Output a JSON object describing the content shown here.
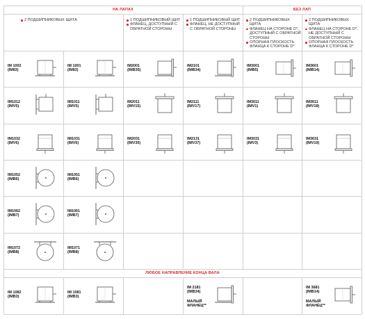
{
  "sections": {
    "with_feet": "НА ЛАПАХ",
    "without_feet": "БЕЗ ЛАП",
    "any_direction": "ЛЮБОЕ НАПРАВЛЕНИЕ КОНЦА ВАЛА"
  },
  "column_notes": [
    [
      "2 ПОДШИПНИКОВЫХ ЩИТА"
    ],
    [
      "1 ПОДШИПНИКОВЫЙ ЩИТ",
      "ФЛАНЕЦ, ДОСТУПНЫЙ С ОБРАТНОЙ СТОРОНЫ"
    ],
    [
      "1 ПОДШИПНИКОВЫЙ ЩИТ",
      "ФЛАНЕЦ, НЕ ДОСТУПНЫЙ С ОБРАТНОЙ СТОРОНЫ"
    ],
    [
      "2 ПОДШИПНИКОВЫХ ЩИТА",
      "ФЛАНЕЦ НА СТОРОНЕ D*, ДОСТУПНЫЙ С ОБРАТНОЙ СТОРОНЫ",
      "ОПОРНАЯ ПЛОСКОСТЬ ФЛАНЦА К СТОРОНЕ D*"
    ],
    [
      "2 ПОДШИПНИКОВЫХ ЩИТА",
      "ФЛАНЕЦ НА СТОРОНЕ D*, НЕ ДОСТУПНЫЙ С ОБРАТНОЙ СТОРОНЫ",
      "ОПОРНАЯ ПЛОСКОСТЬ ФЛАНЦА К СТОРОНЕ D*"
    ]
  ],
  "cells": [
    {
      "code": "IM 1002",
      "alt": "(IM83)",
      "icon": "feet-motor-icon"
    },
    {
      "code": "IM 1001",
      "alt": "(IM83)",
      "icon": "feet-motor-icon"
    },
    {
      "code": "IM2001",
      "alt": "(IMB35)",
      "icon": "flange-feet-motor-icon"
    },
    {
      "code": "IM2101",
      "alt": "(IMB34)",
      "icon": "flange-feet-motor-icon"
    },
    {
      "code": "IM3001",
      "alt": "(IMB5)",
      "icon": "flange-motor-icon"
    },
    {
      "code": "IM3601",
      "alt": "(IMB14)",
      "icon": "flange-motor-icon"
    },
    {
      "code": "IM1012",
      "alt": "(IMV5)",
      "icon": "wall-motor-icon"
    },
    {
      "code": "IM1011",
      "alt": "(IMV5)",
      "icon": "wall-motor-icon"
    },
    {
      "code": "IM2011",
      "alt": "(IMV15)",
      "icon": "vertical-flange-motor-icon"
    },
    {
      "code": "IM2111",
      "alt": "(IMV17)",
      "icon": "vertical-flange-motor-icon"
    },
    {
      "code": "IM3011",
      "alt": "(IMV1)",
      "icon": "vertical-flange-motor-icon"
    },
    {
      "code": "IM3611",
      "alt": "(IMV18)",
      "icon": "vertical-flange-motor-icon"
    },
    {
      "code": "IM1032",
      "alt": "(IMV6)",
      "icon": "vertical-motor-icon"
    },
    {
      "code": "IM1031",
      "alt": "(IMV6)",
      "icon": "vertical-motor-icon"
    },
    {
      "code": "IM2031",
      "alt": "(IMV35)",
      "icon": "vertical-motor-icon"
    },
    {
      "code": "IM2131",
      "alt": "(IMV37)",
      "icon": "vertical-motor-icon"
    },
    {
      "code": "IM3031",
      "alt": "(IMV3)",
      "icon": "vertical-motor-icon"
    },
    {
      "code": "IM3631",
      "alt": "(IMV19)",
      "icon": "vertical-motor-icon"
    },
    {
      "code": "IM1052",
      "alt": "(IMB6)",
      "icon": "wall-end-motor-icon"
    },
    {
      "code": "IM1051",
      "alt": "(IMB6)",
      "icon": "wall-end-motor-icon"
    },
    {
      "code": "IM1062",
      "alt": "(IMB7)",
      "icon": "wall-end-motor-icon"
    },
    {
      "code": "IM1061",
      "alt": "(IMB7)",
      "icon": "wall-end-motor-icon"
    },
    {
      "code": "IM1072",
      "alt": "(IMB8)",
      "icon": "ceiling-end-motor-icon"
    },
    {
      "code": "IM1071",
      "alt": "(IMB8)",
      "icon": "ceiling-end-motor-icon"
    }
  ],
  "bottom_cells": [
    {
      "code": "IM 1082",
      "alt": "(IMB3)",
      "icon": "feet-motor-icon"
    },
    {
      "code": "IM 1081",
      "alt": "(IMB3)",
      "icon": "feet-motor-icon"
    },
    {
      "code": "IM 2181",
      "alt": "(IMB34)",
      "note": "МАЛЫЙ ФЛАНЕЦ**",
      "icon": "flange-feet-motor-icon"
    },
    {
      "code": "IM 3681",
      "alt": "(IMB14)",
      "note": "МАЛЫЙ ФЛАНЕЦ**",
      "icon": "flange-motor-icon"
    }
  ],
  "colors": {
    "accent": "#d2232a",
    "grid": "#cfcfcf",
    "text": "#222222"
  }
}
